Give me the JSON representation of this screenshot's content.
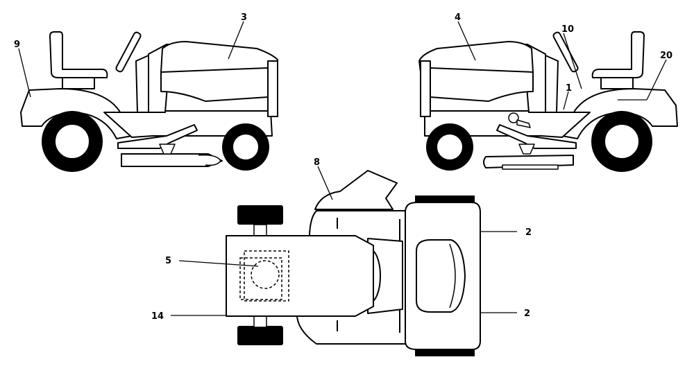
{
  "callouts": {
    "c3": "3",
    "c4": "4",
    "c9": "9",
    "c10": "10",
    "c1": "1",
    "c20": "20",
    "c8": "8",
    "c5": "5",
    "c14": "14",
    "c2a": "2",
    "c2b": "2"
  }
}
